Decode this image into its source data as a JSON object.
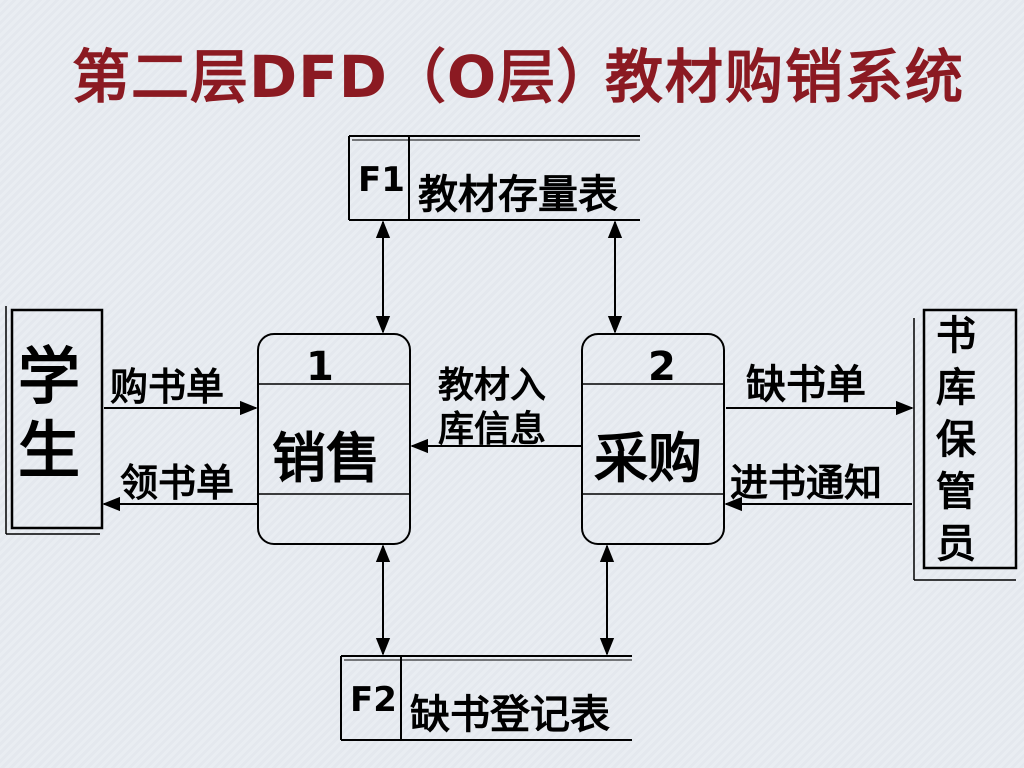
{
  "title": {
    "main": "第二层DFD（O层）",
    "system": "教材购销系统"
  },
  "stores": [
    {
      "id": "F1",
      "name": "教材存量表"
    },
    {
      "id": "F2",
      "name": "缺书登记表"
    }
  ],
  "processes": [
    {
      "number": "1",
      "name": "销售"
    },
    {
      "number": "2",
      "name": "采购"
    }
  ],
  "entities": [
    {
      "name": "学生"
    },
    {
      "name": "书库保管员"
    }
  ],
  "flows": {
    "order": "购书单",
    "receipt": "领书单",
    "stock_line1": "教材入",
    "stock_line2": "库信息",
    "shortage": "缺书单",
    "arrival": "进书通知"
  },
  "colors": {
    "title": "#8b1a22",
    "line": "#000000"
  }
}
